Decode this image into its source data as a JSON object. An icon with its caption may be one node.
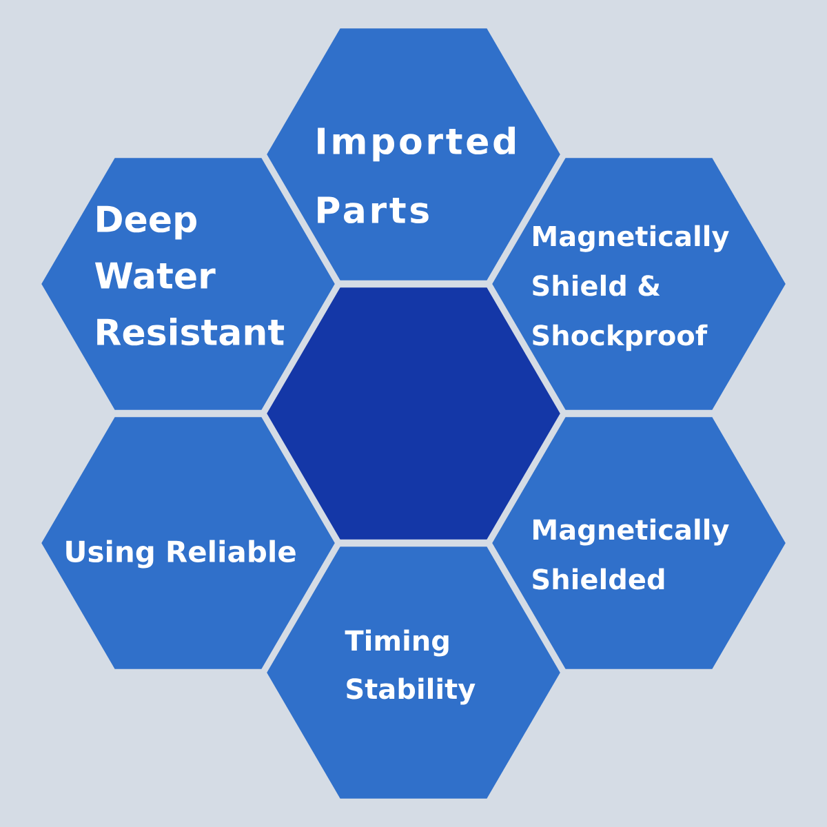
{
  "diagram": {
    "nodes": [
      {
        "text": [
          "Imported Parts"
        ]
      },
      {
        "text": [
          "Deep Water Resistant"
        ]
      },
      {
        "text": [
          "Magnetically Shield & Shockproof"
        ]
      },
      {
        "text": [],
        "shape": "hexagon"
      },
      {
        "text": [
          "Using Reliable"
        ]
      },
      {
        "text": [
          "Magnetically Shielded"
        ]
      },
      {
        "text": [
          "Timing Stability"
        ]
      }
    ]
  }
}
